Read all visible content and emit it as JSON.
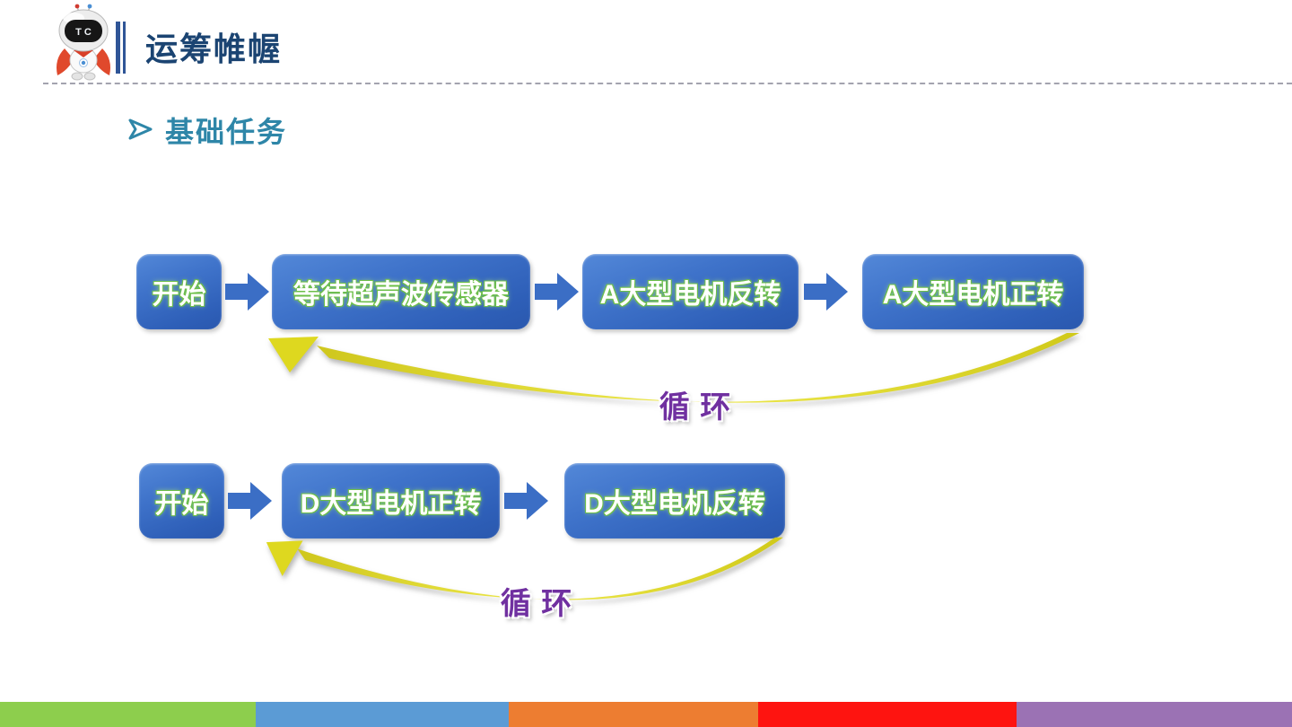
{
  "header": {
    "title": "运筹帷幄",
    "logo_face_text": "T C"
  },
  "section": {
    "bullet_label": "基础任务"
  },
  "flowchart": {
    "rows": [
      {
        "boxes": [
          "开始",
          "等待超声波传感器",
          "A大型电机反转",
          "A大型电机正转"
        ],
        "loop_label": "循 环"
      },
      {
        "boxes": [
          "开始",
          "D大型电机正转",
          "D大型电机反转"
        ],
        "loop_label": "循 环"
      }
    ]
  },
  "colors": {
    "title_navy": "#1B4472",
    "bullet_teal": "#2E86A8",
    "box_blue_top": "#5388D8",
    "box_blue_bottom": "#2A58AE",
    "flow_arrow_blue": "#3B6EC5",
    "box_text_white": "#FFFFFF",
    "box_text_glow_green": "#6CBF47",
    "loop_arrow_yellow": "#DDD71E",
    "loop_label_purple": "#7030A0"
  },
  "footer": {
    "stripe_colors": [
      "#8DCE4D",
      "#5B9BD5",
      "#ED7D31",
      "#FE1410",
      "#9B72B4"
    ]
  }
}
